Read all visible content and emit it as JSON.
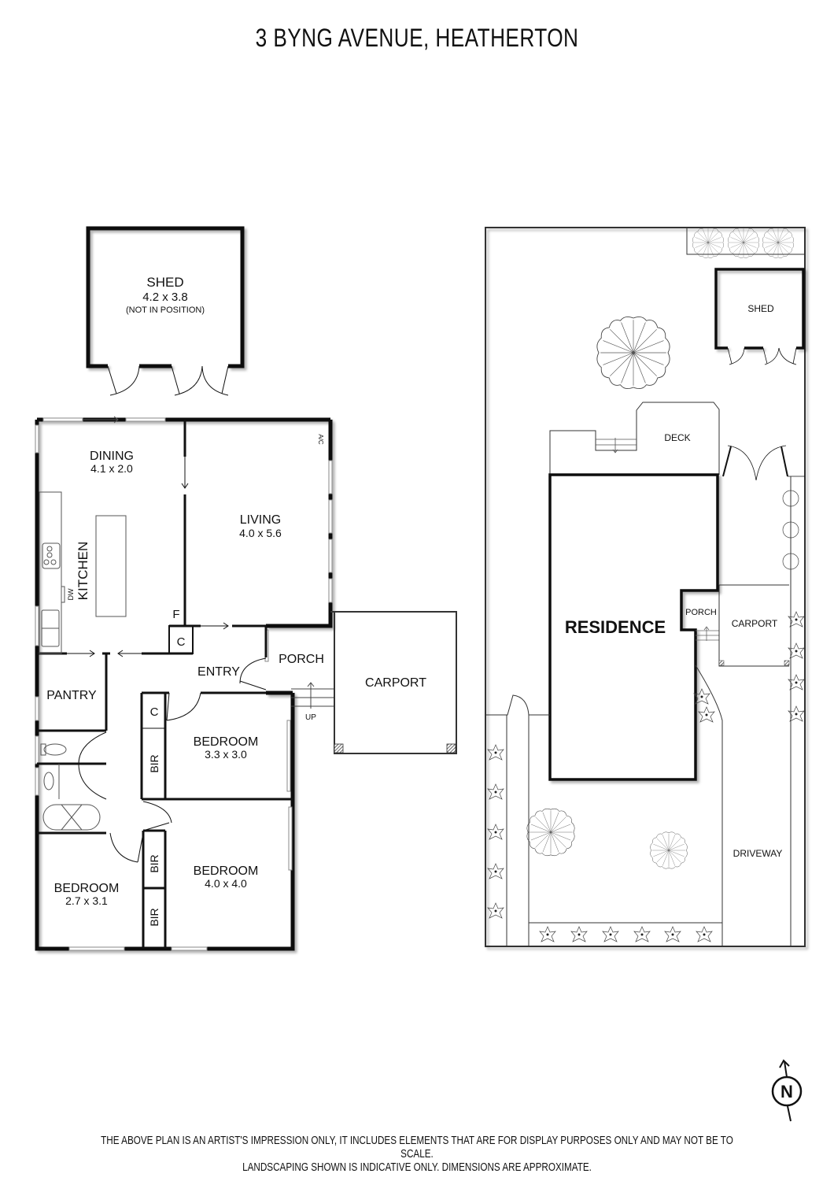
{
  "header": {
    "title": "3 BYNG AVENUE, HEATHERTON"
  },
  "floor_plan": {
    "rooms": {
      "shed": {
        "name": "SHED",
        "dims": "4.2 x 3.8",
        "note": "(NOT IN POSITION)"
      },
      "dining": {
        "name": "DINING",
        "dims": "4.1 x 2.0"
      },
      "living": {
        "name": "LIVING",
        "dims": "4.0 x 5.6"
      },
      "kitchen": {
        "name": "KITCHEN"
      },
      "entry": {
        "name": "ENTRY"
      },
      "porch": {
        "name": "PORCH"
      },
      "carport": {
        "name": "CARPORT"
      },
      "pantry": {
        "name": "PANTRY"
      },
      "bedroom_1": {
        "name": "BEDROOM",
        "dims": "3.3 x 3.0"
      },
      "bedroom_2": {
        "name": "BEDROOM",
        "dims": "4.0 x 4.0"
      },
      "bedroom_3": {
        "name": "BEDROOM",
        "dims": "2.7 x 3.1"
      }
    },
    "fixtures": {
      "ac": "A/C",
      "dishwasher": "DW",
      "fridge": "F",
      "cupboard": "C",
      "bir": "BIR",
      "stairs_up": "UP"
    }
  },
  "site_plan": {
    "labels": {
      "shed": "SHED",
      "deck": "DECK",
      "residence": "RESIDENCE",
      "porch": "PORCH",
      "carport": "CARPORT",
      "driveway": "DRIVEWAY"
    }
  },
  "compass": {
    "label": "N"
  },
  "footer": {
    "line1": "THE ABOVE PLAN IS AN ARTIST'S IMPRESSION ONLY, IT INCLUDES ELEMENTS THAT ARE FOR DISPLAY PURPOSES ONLY AND MAY NOT BE TO SCALE.",
    "line2": "LANDSCAPING SHOWN IS INDICATIVE ONLY. DIMENSIONS ARE APPROXIMATE."
  }
}
